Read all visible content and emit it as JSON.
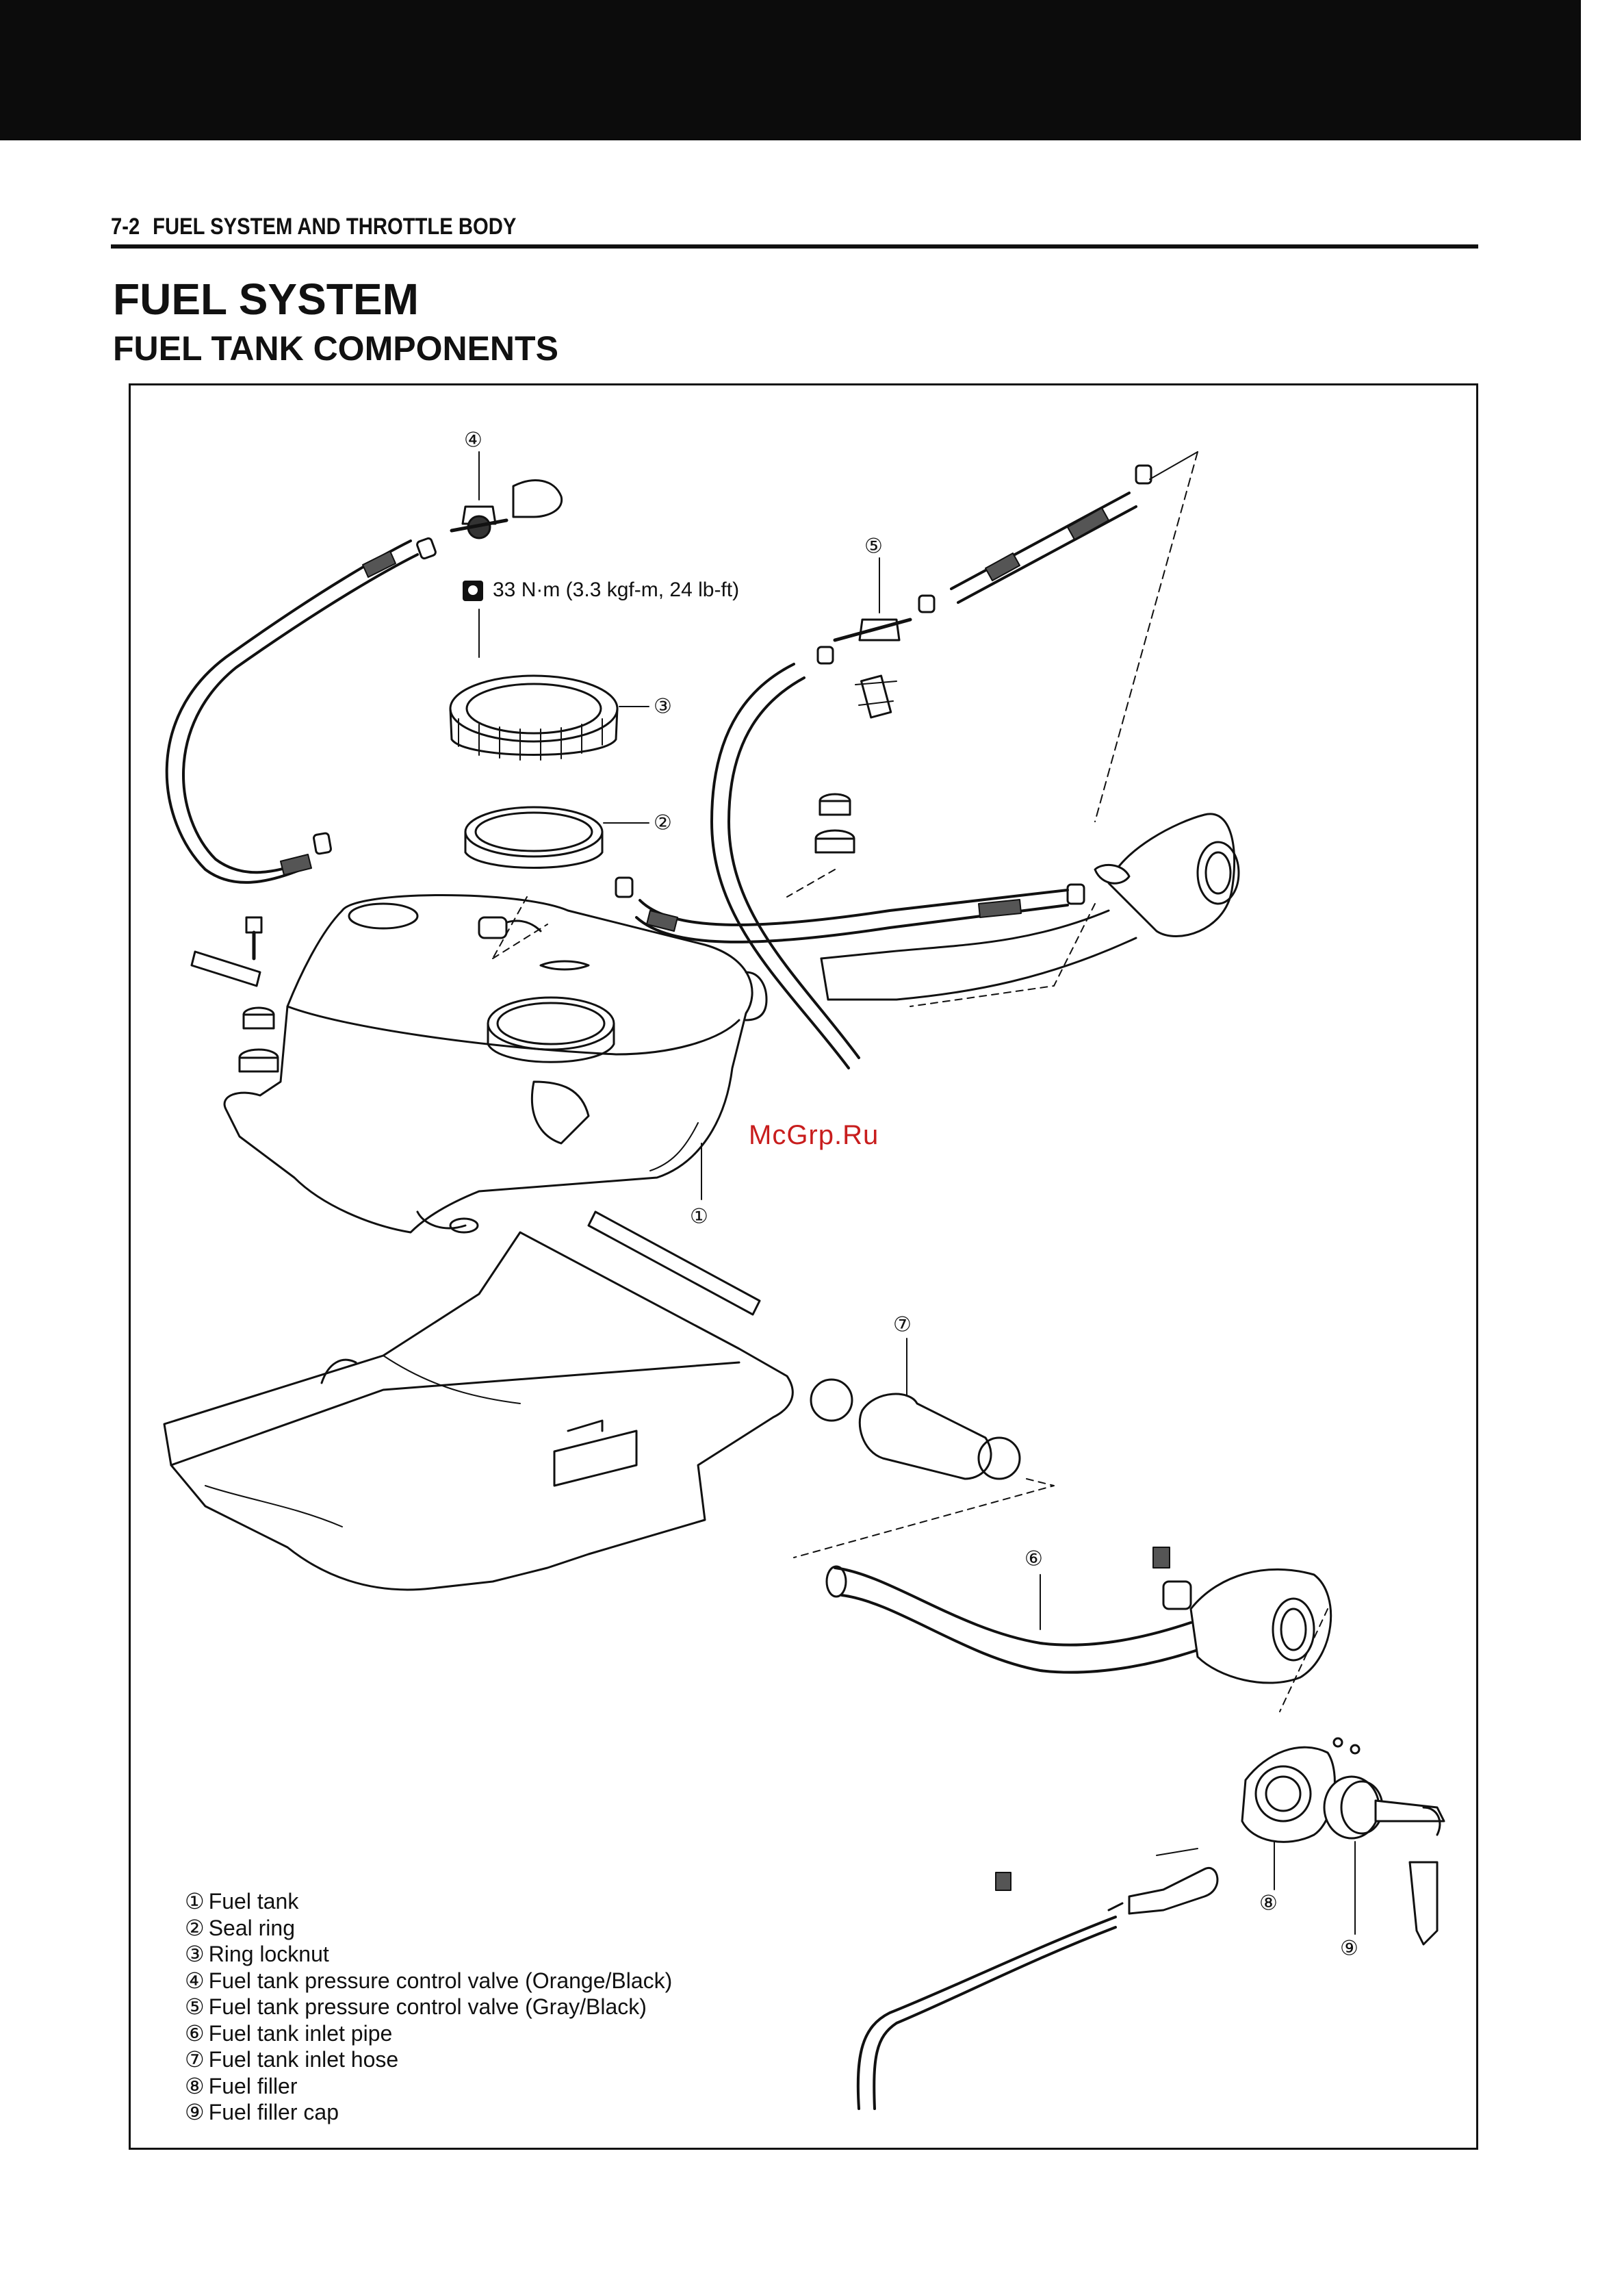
{
  "header": {
    "page_number": "7-2",
    "section": "FUEL SYSTEM AND THROTTLE BODY"
  },
  "title": "FUEL SYSTEM",
  "subtitle": "FUEL TANK COMPONENTS",
  "torque_spec": "33 N·m (3.3 kgf-m, 24 lb-ft)",
  "watermark": "McGrp.Ru",
  "callouts": [
    "④",
    "⑤",
    "③",
    "②",
    "①",
    "⑦",
    "⑥",
    "⑧",
    "⑨"
  ],
  "legend": [
    {
      "num": "①",
      "text": "Fuel tank"
    },
    {
      "num": "②",
      "text": "Seal ring"
    },
    {
      "num": "③",
      "text": "Ring locknut"
    },
    {
      "num": "④",
      "text": "Fuel tank pressure control valve (Orange/Black)"
    },
    {
      "num": "⑤",
      "text": "Fuel tank pressure control valve (Gray/Black)"
    },
    {
      "num": "⑥",
      "text": "Fuel tank inlet pipe"
    },
    {
      "num": "⑦",
      "text": "Fuel tank inlet hose"
    },
    {
      "num": "⑧",
      "text": "Fuel filler"
    },
    {
      "num": "⑨",
      "text": "Fuel filler cap"
    }
  ]
}
